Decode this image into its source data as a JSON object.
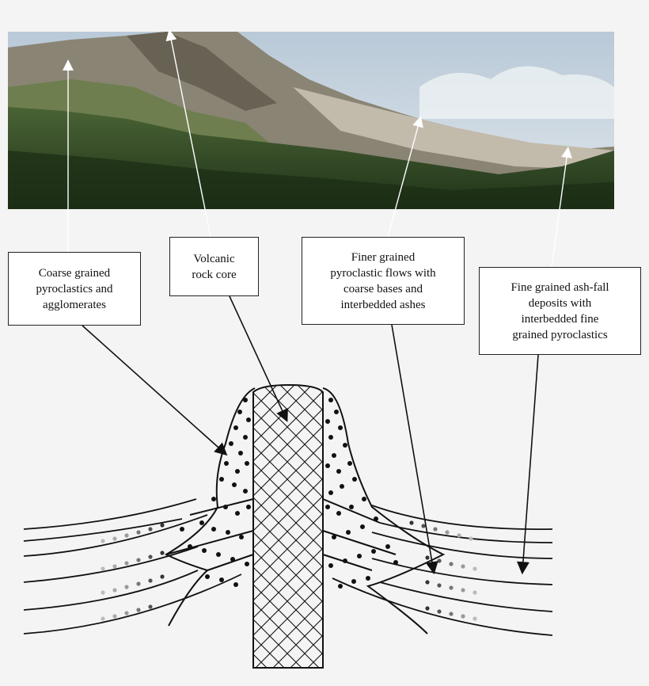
{
  "labels": {
    "coarse": "Coarse grained\npyroclastics and\nagglomerates",
    "core": "Volcanic\nrock core",
    "finer": "Finer grained\npyroclastic flows with\ncoarse bases and\ninterbedded ashes",
    "fine": "Fine grained ash-fall\ndeposits with\ninterbedded  fine\ngrained pyroclastics"
  },
  "colors": {
    "sky": "#c9d6e0",
    "mountain": "#7d7868",
    "vegetation": "#2f4a22",
    "ash_slope": "#b9b1a1",
    "line": "#111111",
    "white_arrow": "#ffffff"
  }
}
